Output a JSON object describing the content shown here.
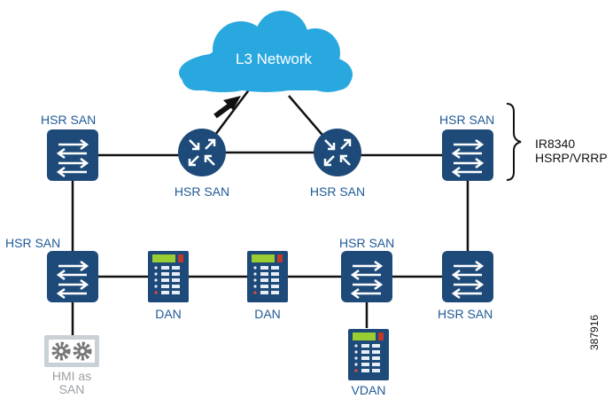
{
  "cloud_label": "L3 Network",
  "labels": {
    "top_left_switch": "HSR SAN",
    "router_left": "HSR SAN",
    "router_right": "HSR SAN",
    "top_right_switch": "HSR SAN",
    "mid_left_switch": "HSR SAN",
    "mid_center_switch": "HSR SAN",
    "bottom_right_switch": "HSR SAN",
    "dan_1": "DAN",
    "dan_2": "DAN",
    "vdan": "VDAN",
    "hmi_line1": "HMI as",
    "hmi_line2": "SAN"
  },
  "annotation": {
    "line1": "IR8340",
    "line2": "HSRP/VRRP"
  },
  "figure_id": "387916",
  "colors": {
    "device_blue": "#1e4a7a",
    "cloud_blue": "#29a8e0",
    "label_blue": "#1f5a96",
    "hmi_grey": "#c9d0d6"
  }
}
